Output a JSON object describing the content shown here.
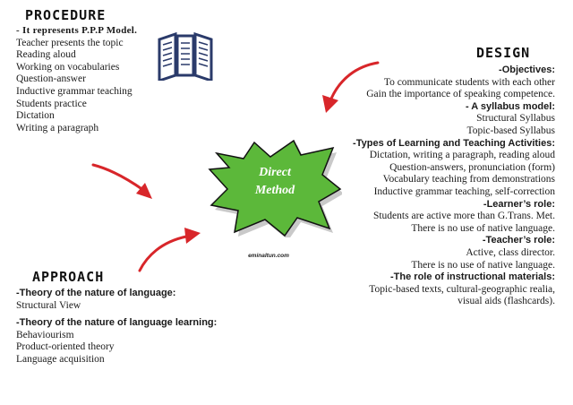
{
  "center": {
    "line1": "Direct",
    "line2": "Method",
    "watermark": "eminaltun.com"
  },
  "procedure": {
    "heading": "PROCEDURE",
    "intro": "- It represents P.P.P Model.",
    "items": [
      "Teacher presents the topic",
      "Reading aloud",
      "Working on vocabularies",
      "Question-answer",
      "Inductive grammar teaching",
      "Students practice",
      "Dictation",
      "Writing a paragraph"
    ]
  },
  "approach": {
    "heading": "APPROACH",
    "sections": [
      {
        "title": "-Theory of the nature of language:",
        "items": [
          "Structural View"
        ]
      },
      {
        "title": "-Theory of the nature of language learning:",
        "items": [
          "Behaviourism",
          "Product-oriented theory",
          "Language acquisition"
        ]
      }
    ]
  },
  "design": {
    "heading": "DESIGN",
    "sections": [
      {
        "title": "-Objectives:",
        "items": [
          "To communicate students with each other",
          "Gain the importance of speaking competence."
        ]
      },
      {
        "title": "- A syllabus model:",
        "items": [
          "Structural Syllabus",
          "Topic-based Syllabus"
        ]
      },
      {
        "title": "-Types of Learning and Teaching Activities:",
        "items": [
          "Dictation, writing a paragraph, reading aloud",
          "Question-answers, pronunciation (form)",
          "Vocabulary teaching from demonstrations",
          "Inductive grammar teaching, self-correction"
        ]
      },
      {
        "title": "-Learner’s role:",
        "items": [
          "Students are active more than G.Trans. Met.",
          "There is no use of  native language."
        ]
      },
      {
        "title": "-Teacher’s role:",
        "items": [
          "Active, class director.",
          "There is no use of native language."
        ]
      },
      {
        "title": "-The role of instructional materials:",
        "items": [
          "Topic-based texts, cultural-geographic realia,",
          "visual aids (flashcards)."
        ]
      }
    ]
  },
  "colors": {
    "star_fill": "#5cb83a",
    "star_stroke": "#111111",
    "arrow": "#d8262a",
    "book": "#2a3a6a"
  },
  "icons": [
    "book-icon",
    "arrow-icon"
  ]
}
